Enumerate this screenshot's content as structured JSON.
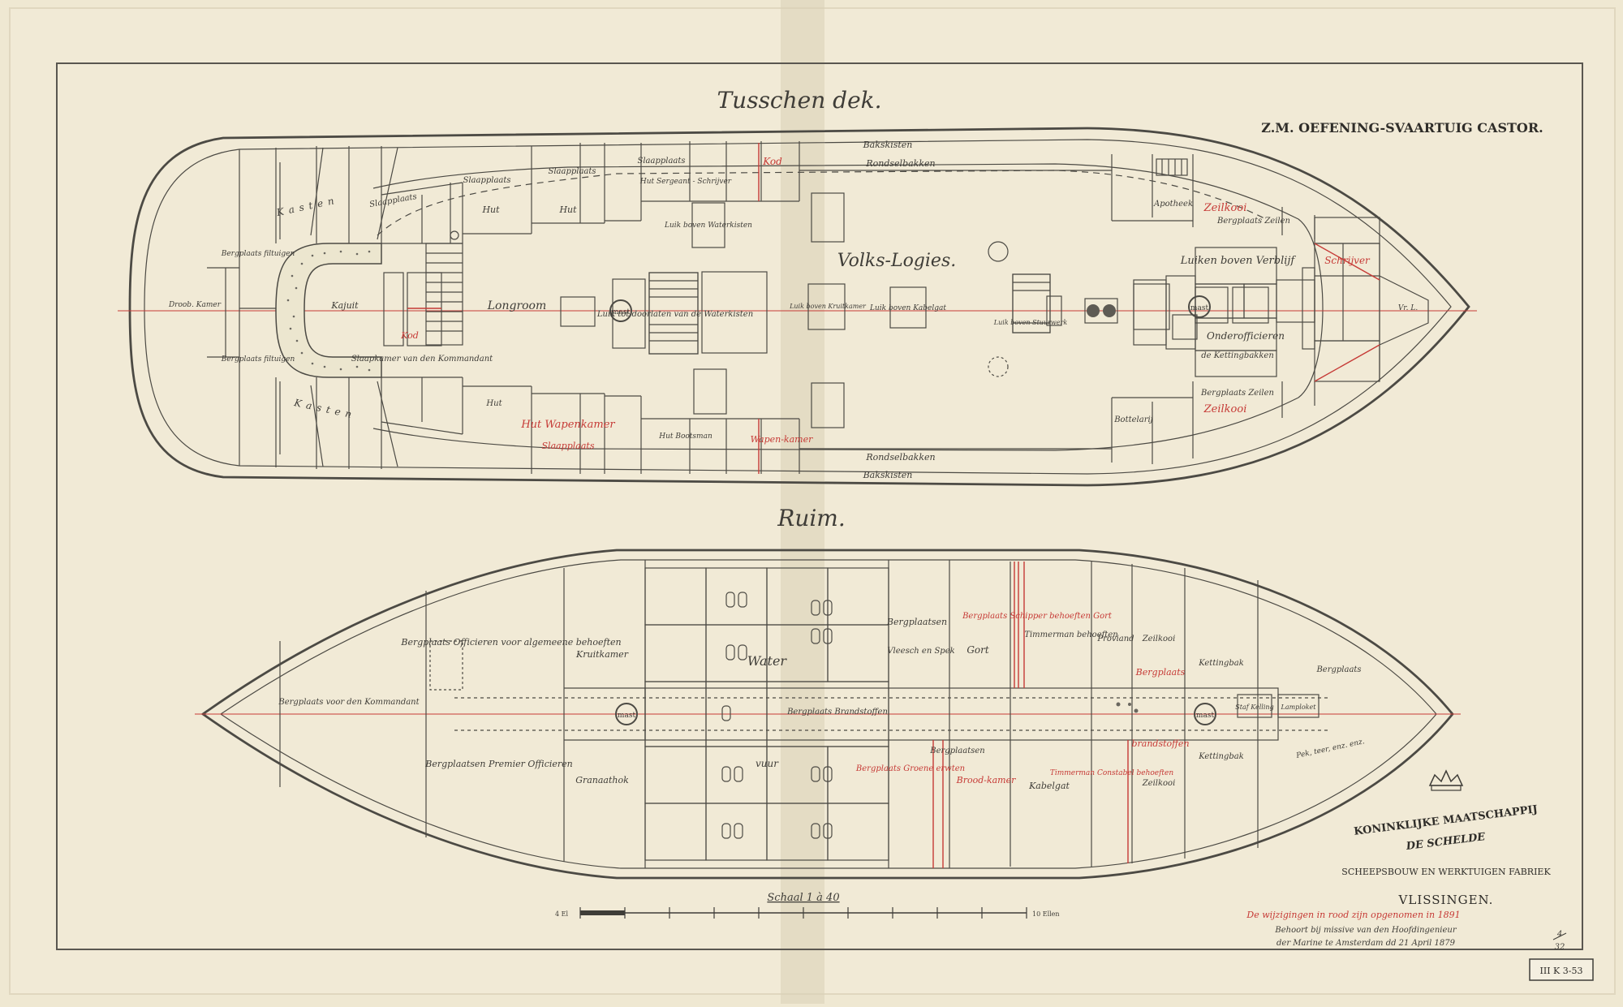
{
  "header": {
    "ship_title": "Z.M. OEFENING-SVAARTUIG CASTOR.",
    "deck_title": "Tusschen dek.",
    "hold_title": "Ruim."
  },
  "deck_labels": [
    {
      "id": "bakskisten-top",
      "text": "Bakskisten",
      "red": false
    },
    {
      "id": "rondselbakken-top",
      "text": "Rondselbakken",
      "red": false
    },
    {
      "id": "kasten-top",
      "text": "Kasten",
      "red": false
    },
    {
      "id": "slaapplaats-1",
      "text": "Slaapplaats",
      "red": false
    },
    {
      "id": "slaapplaats-2",
      "text": "Slaapplaats",
      "red": false
    },
    {
      "id": "slaapplaats-3",
      "text": "Slaapplaats",
      "red": false
    },
    {
      "id": "slaapplaats-4",
      "text": "Slaapplaats",
      "red": false
    },
    {
      "id": "hut-1",
      "text": "Hut",
      "red": false
    },
    {
      "id": "hut-2",
      "text": "Hut",
      "red": false
    },
    {
      "id": "hut-sergeant",
      "text": "Hut Sergeant - Schrijver",
      "red": false
    },
    {
      "id": "kod",
      "text": "Kod",
      "red": true
    },
    {
      "id": "volks-logies",
      "text": "Volks-Logies.",
      "red": false
    },
    {
      "id": "longroom",
      "text": "Longroom",
      "red": false
    },
    {
      "id": "kajuit",
      "text": "Kajuit",
      "red": false
    },
    {
      "id": "droob-kamer",
      "text": "Droob. Kamer",
      "red": false
    },
    {
      "id": "bergplaats-filtuigen-1",
      "text": "Bergplaats filtuigen",
      "red": false
    },
    {
      "id": "bergplaats-filtuigen-2",
      "text": "Bergplaats filtuigen",
      "red": false
    },
    {
      "id": "kasten-bottom",
      "text": "Kasten",
      "red": false
    },
    {
      "id": "slaapkamer-kommandant",
      "text": "Slaapkamer van den Kommandant",
      "red": false
    },
    {
      "id": "kod-red-2",
      "text": "Kod",
      "red": true
    },
    {
      "id": "hut-3",
      "text": "Hut",
      "red": false
    },
    {
      "id": "hut-wapenkamer",
      "text": "Hut Wapenkamer",
      "red": false
    },
    {
      "id": "slaapplaats-red",
      "text": "Slaapplaats",
      "red": true
    },
    {
      "id": "hut-bootsman",
      "text": "Hut Bootsman",
      "red": false
    },
    {
      "id": "wapenkamer-red",
      "text": "Wapen-kamer",
      "red": true
    },
    {
      "id": "rondselbakken-bottom",
      "text": "Rondselbakken",
      "red": false
    },
    {
      "id": "bakskisten-bottom",
      "text": "Bakskisten",
      "red": false
    },
    {
      "id": "apotheek",
      "text": "Apotheek",
      "red": false
    },
    {
      "id": "luiken-verblijf",
      "text": "Luiken boven Verblijf",
      "red": false
    },
    {
      "id": "onderofficieren",
      "text": "Onderofficieren",
      "red": false
    },
    {
      "id": "kettingbakken",
      "text": "de Kettingbakken",
      "red": false
    },
    {
      "id": "bergplaats-zeilen",
      "text": "Bergplaats Zeilen",
      "red": false
    },
    {
      "id": "zeilkooi-red",
      "text": "Zeilkooi",
      "red": true
    },
    {
      "id": "zeilkooi-red-2",
      "text": "Zeilkooi",
      "red": true
    },
    {
      "id": "bottelarij",
      "text": "Bottelarij",
      "red": false
    },
    {
      "id": "luik-waterkisten",
      "text": "Luik boven Waterkisten",
      "red": false
    },
    {
      "id": "luik-doorlaten",
      "text": "Luik tot doorlaten van de Waterkisten",
      "red": false
    },
    {
      "id": "luik-kruitkamer",
      "text": "Luik boven Kruitkamer",
      "red": false
    },
    {
      "id": "luik-kabelgat",
      "text": "Luik boven Kabelgat",
      "red": false
    },
    {
      "id": "luik-stuurwerk",
      "text": "Luik boven Stuurwerk",
      "red": false
    },
    {
      "id": "bergplaats-zeilen-2",
      "text": "Bergplaats Zeilen",
      "red": false
    },
    {
      "id": "schrijver-red",
      "text": "Schrijver",
      "red": true
    },
    {
      "id": "vr-lijsten",
      "text": "Vr. L.",
      "red": false
    }
  ],
  "hold_labels": [
    {
      "id": "bergplaats-officieren",
      "text": "Bergplaats Officieren voor algemeene behoeften",
      "red": false
    },
    {
      "id": "kruitkamer",
      "text": "Kruitkamer",
      "red": false
    },
    {
      "id": "water",
      "text": "Water",
      "red": false
    },
    {
      "id": "bergplaatsen",
      "text": "Bergplaatsen",
      "red": false
    },
    {
      "id": "vlees-spek",
      "text": "Vleesch en Spek",
      "red": false
    },
    {
      "id": "gort",
      "text": "Gort",
      "red": false
    },
    {
      "id": "bergplaats-schipper-red",
      "text": "Bergplaats Schipper behoeften Gort",
      "red": true
    },
    {
      "id": "timmerman",
      "text": "Timmerman behoeften",
      "red": false
    },
    {
      "id": "proviand",
      "text": "Proviand",
      "red": false
    },
    {
      "id": "zeilkooi-hold",
      "text": "Zeilkooi",
      "red": false
    },
    {
      "id": "kettingbak-1",
      "text": "Kettingbak",
      "red": false
    },
    {
      "id": "bergplaats-hold-red",
      "text": "Bergplaats",
      "red": true
    },
    {
      "id": "bergplaats-kommandant",
      "text": "Bergplaats voor den Kommandant",
      "red": false
    },
    {
      "id": "bergplaats-brandstoffen",
      "text": "Bergplaats Brandstoffen",
      "red": false
    },
    {
      "id": "staf-kelling",
      "text": "Staf Kelling",
      "red": false
    },
    {
      "id": "lamploket",
      "text": "Lamploket",
      "red": false
    },
    {
      "id": "bergplaats-bow",
      "text": "Bergplaats",
      "red": false
    },
    {
      "id": "bergplaatsen-officieren",
      "text": "Bergplaatsen Premier Officieren",
      "red": false
    },
    {
      "id": "granaathok",
      "text": "Granaathok",
      "red": false
    },
    {
      "id": "vuur",
      "text": "vuur",
      "red": false
    },
    {
      "id": "bergplaatsen-red",
      "text": "Bergplaats Groene erwten",
      "red": true
    },
    {
      "id": "bergplaatsen-2",
      "text": "Bergplaatsen",
      "red": false
    },
    {
      "id": "brood-kamer-red",
      "text": "Brood-kamer",
      "red": true
    },
    {
      "id": "kabelgat",
      "text": "Kabelgat",
      "red": false
    },
    {
      "id": "timmerman-red",
      "text": "Timmerman Constabel behoeften",
      "red": true
    },
    {
      "id": "zeilkooi-hold-2",
      "text": "Zeilkooi",
      "red": false
    },
    {
      "id": "kettingbak-2",
      "text": "Kettingbak",
      "red": false
    },
    {
      "id": "brandstoffen-red",
      "text": "brandstoffen",
      "red": true
    },
    {
      "id": "rest",
      "text": "Pek, teer, enz. enz.",
      "red": false
    }
  ],
  "masts": [
    {
      "id": "deck-mast-fore",
      "text": "mast"
    },
    {
      "id": "deck-mast-aft",
      "text": "mast"
    },
    {
      "id": "hold-mast-fore",
      "text": "mast"
    },
    {
      "id": "hold-mast-aft",
      "text": "mast"
    }
  ],
  "scale": {
    "label": "Schaal 1 à 40",
    "left_unit": "4 El",
    "right_unit": "10 Ellen"
  },
  "company": {
    "line1": "KONINKLIJKE MAATSCHAPPIJ",
    "line2": "DE SCHELDE",
    "line3": "SCHEEPSBOUW EN WERKTUIGEN FABRIEK",
    "city": "VLISSINGEN."
  },
  "notes": {
    "red_note": "De wijzigingen in rood zijn opgenomen in 1891",
    "approval_1": "Behoort bij missive van den Hoofdingenieur",
    "approval_2": "der Marine te Amsterdam dd 21 April 1879",
    "folio_num": "4",
    "folio_den": "32",
    "catalog": "III K 3-53"
  },
  "colors": {
    "paper": "#efe8d2",
    "ink": "#4c4a44",
    "red": "#c63a36",
    "tape": "#d8d0b6"
  }
}
